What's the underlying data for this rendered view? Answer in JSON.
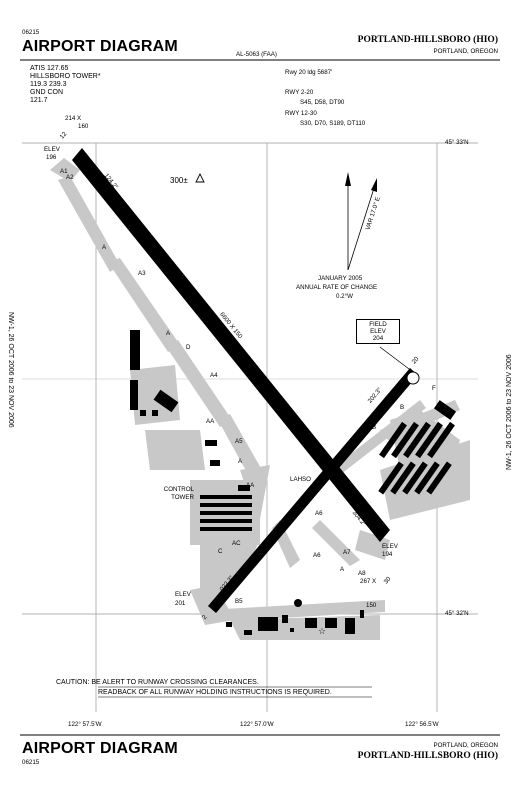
{
  "header": {
    "proc_number": "06215",
    "title": "AIRPORT DIAGRAM",
    "airport": "PORTLAND-HILLSBORO (HIO)",
    "city": "PORTLAND, OREGON",
    "faa_id": "AL-5063 (FAA)"
  },
  "comms": {
    "atis": "ATIS 127.65",
    "tower": "HILLSBORO TOWER*",
    "tower_freq": "119.3  239.3",
    "gnd_con": "GND CON",
    "gnd_freq": "121.7"
  },
  "runway_data": {
    "rwy20_brg": "Rwy 20 ldg 5687'",
    "rwy2_20": "RWY 2-20",
    "rwy2_20_strength": "S45, D58, DT90",
    "rwy12_30": "RWY 12-30",
    "rwy12_30_strength": "S30, D70, S189, DT110"
  },
  "map_labels": {
    "rwy12_dims": "6600 X 150",
    "rwy2_dims": "4050 X 100",
    "hdg_124": "124.2°",
    "hdg_304": "304.2°",
    "hdg_022": "022.3°",
    "hdg_202": "202.3°",
    "rwy_12": "12",
    "rwy_30": "30",
    "rwy_2": "2",
    "rwy_20": "20",
    "elev_nw_label": "ELEV",
    "elev_nw_val": "196",
    "elev_sw_label": "ELEV",
    "elev_sw_val": "201",
    "elev_se_label": "ELEV",
    "elev_se_val": "194",
    "thr_nw_dims": "214 X",
    "thr_nw_dims2": "160",
    "thr_se_dims": "267 X",
    "thr_se_dims2": "150",
    "obstacle": "300±",
    "field_elev_1": "FIELD",
    "field_elev_2": "ELEV",
    "field_elev_val": "204",
    "control_tower_1": "CONTROL",
    "control_tower_2": "TOWER",
    "lahso": "LAHSO",
    "var_text": "VAR 17.0° E",
    "var_date": "JANUARY 2005",
    "var_rate": "ANNUAL RATE OF CHANGE",
    "var_rate_val": "0.2°W",
    "twy_a": "A",
    "twy_a1": "A1",
    "twy_a2": "A2",
    "twy_a3": "A3",
    "twy_a4": "A4",
    "twy_a5": "A5",
    "twy_a6": "A6",
    "twy_a7": "A7",
    "twy_a8": "A8",
    "twy_b": "B",
    "twy_b5": "B5",
    "twy_c": "C",
    "twy_d": "D",
    "twy_f": "F",
    "twy_aa": "AA",
    "twy_ac": "AC"
  },
  "coords": {
    "lat_n": "45° 33'N",
    "lat_s": "45° 32'N",
    "lon_w": "122° 57.5'W",
    "lon_m": "122° 57.0'W",
    "lon_e": "122° 56.5'W"
  },
  "caution": {
    "line1": "CAUTION: BE ALERT TO RUNWAY CROSSING CLEARANCES.",
    "line2": "READBACK OF ALL RUNWAY HOLDING INSTRUCTIONS IS REQUIRED."
  },
  "margins": {
    "left": "NW-1, 26 OCT 2006 to 23 NOV 2006",
    "right": "NW-1, 26 OCT 2006 to 23 NOV 2006"
  },
  "footer": {
    "title": "AIRPORT DIAGRAM",
    "city": "PORTLAND, OREGON",
    "airport": "PORTLAND-HILLSBORO (HIO)",
    "proc_number": "06215"
  }
}
